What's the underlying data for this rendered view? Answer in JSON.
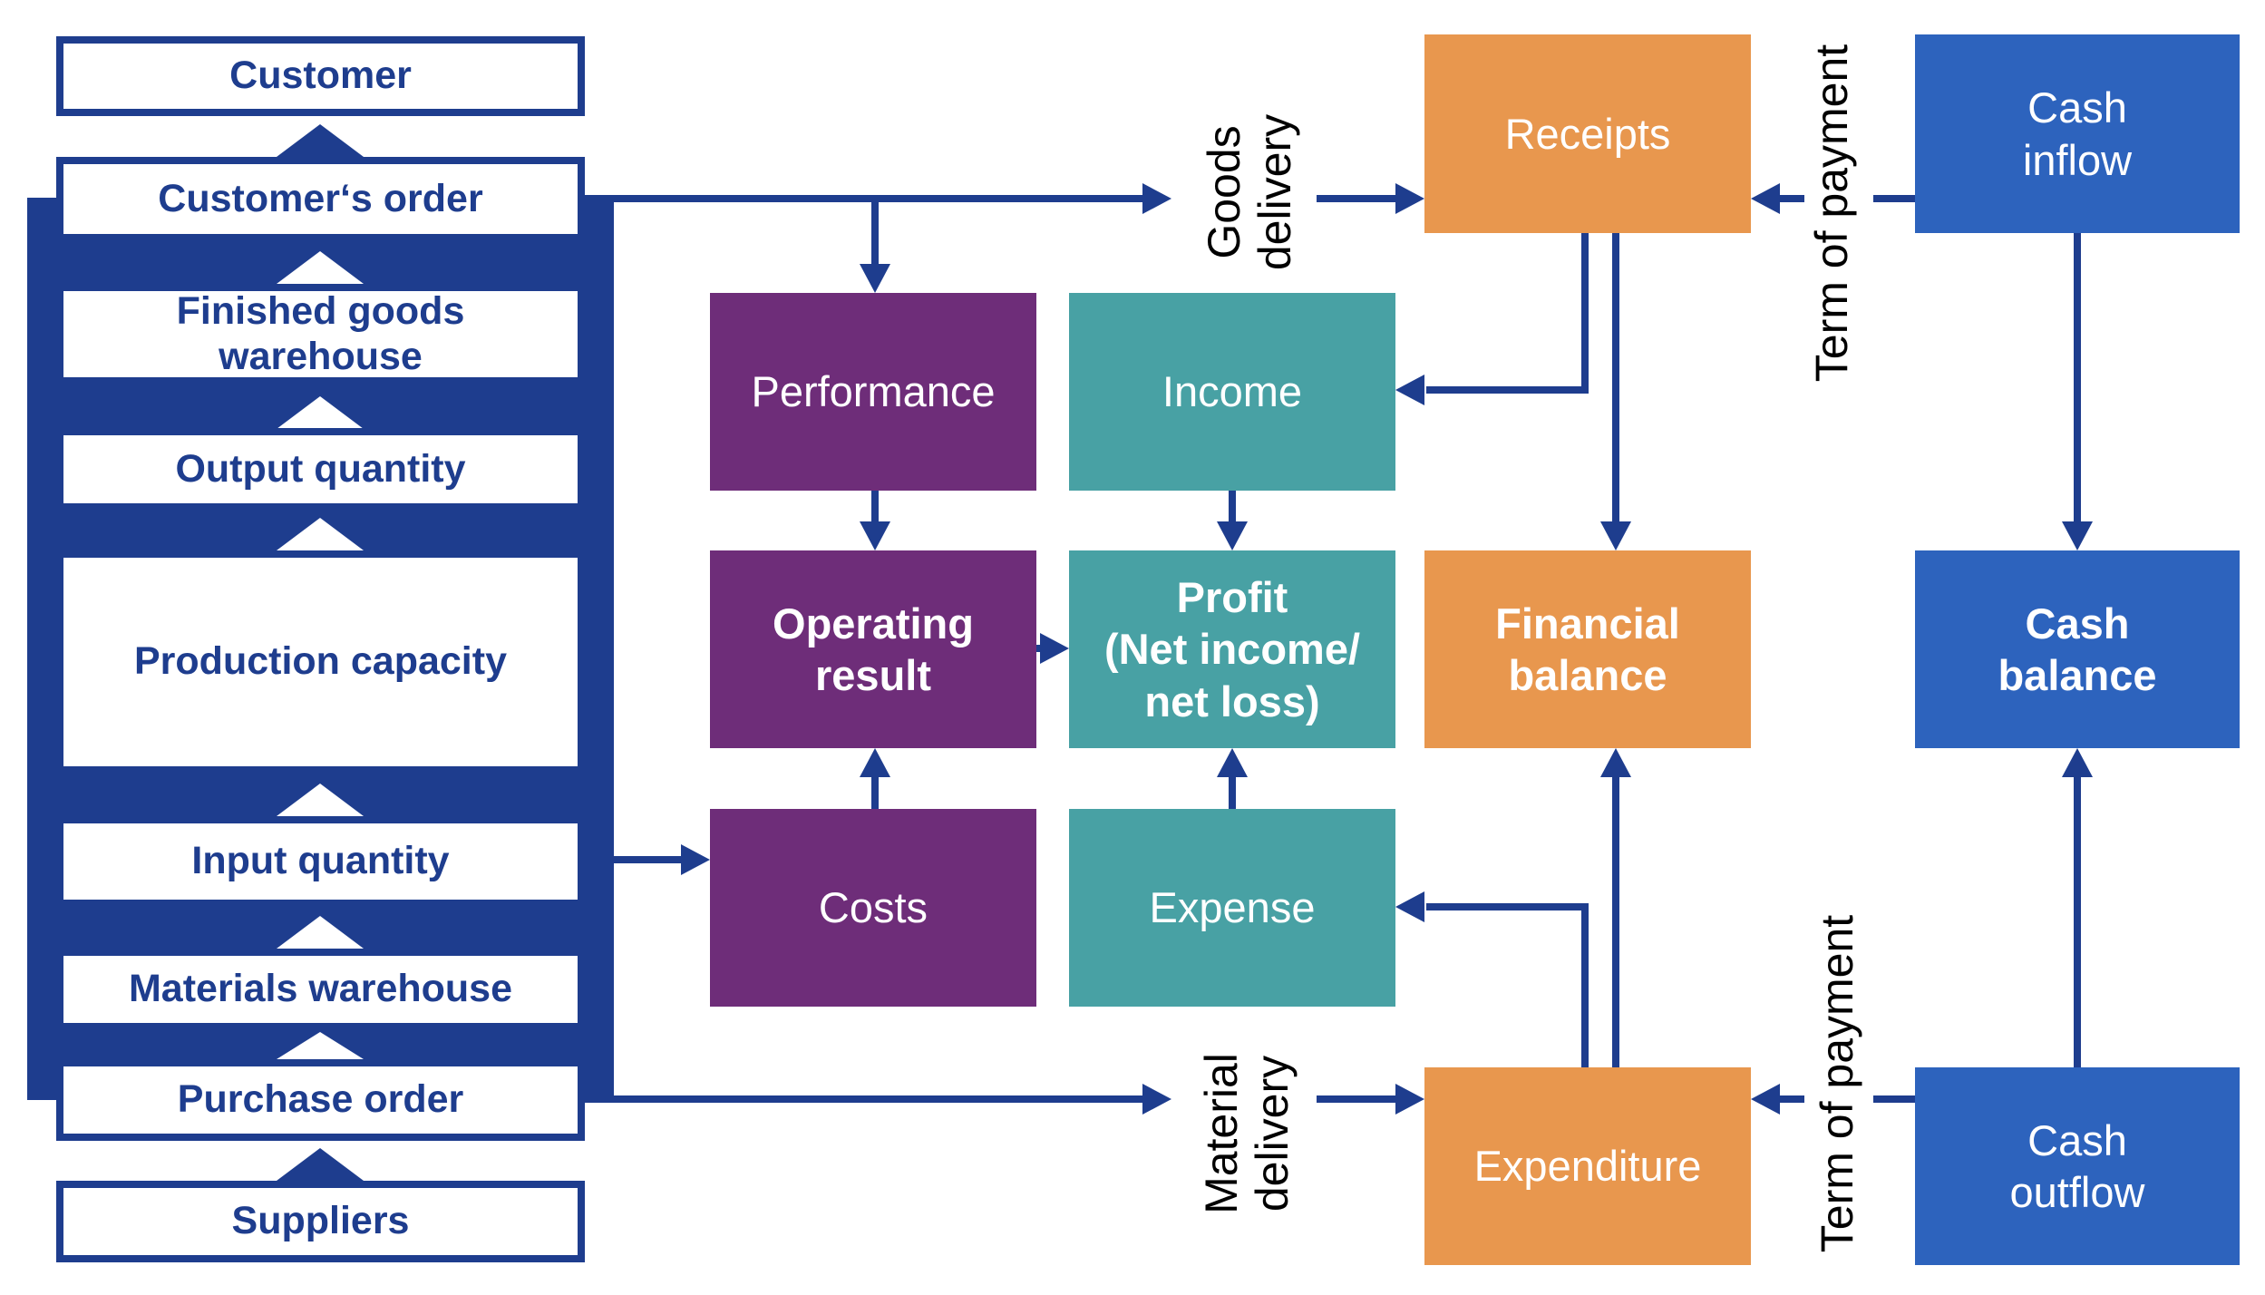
{
  "palette": {
    "navy": "#1e3d8e",
    "purple": "#6e2d79",
    "teal": "#48a1a4",
    "orange": "#e8974e",
    "blue": "#2d63bd",
    "label_black": "#000000",
    "box_fill": "#ffffff"
  },
  "left_column": {
    "items": [
      {
        "id": "customer",
        "label": "Customer"
      },
      {
        "id": "customers-order",
        "label": "Customer‘s order"
      },
      {
        "id": "finished-goods-warehouse",
        "label": "Finished goods\nwarehouse"
      },
      {
        "id": "output-quantity",
        "label": "Output quantity"
      },
      {
        "id": "production-capacity",
        "label": "Production capacity"
      },
      {
        "id": "input-quantity",
        "label": "Input quantity"
      },
      {
        "id": "materials-warehouse",
        "label": "Materials warehouse"
      },
      {
        "id": "purchase-order",
        "label": "Purchase order"
      },
      {
        "id": "suppliers",
        "label": "Suppliers"
      }
    ]
  },
  "flow_boxes": {
    "performance": {
      "label": "Performance"
    },
    "operating_result": {
      "label": "Operating\nresult"
    },
    "costs": {
      "label": "Costs"
    },
    "income": {
      "label": "Income"
    },
    "profit": {
      "label": "Profit\n(Net income/\nnet loss)"
    },
    "expense": {
      "label": "Expense"
    },
    "receipts": {
      "label": "Receipts"
    },
    "financial_balance": {
      "label": "Financial\nbalance"
    },
    "expenditure": {
      "label": "Expenditure"
    },
    "cash_inflow": {
      "label": "Cash\ninflow"
    },
    "cash_balance": {
      "label": "Cash\nbalance"
    },
    "cash_outflow": {
      "label": "Cash\noutflow"
    }
  },
  "edge_labels": {
    "goods_delivery": "Goods\ndelivery",
    "material_delivery": "Material\ndelivery",
    "term_of_payment_top": "Term of payment",
    "term_of_payment_bottom": "Term of payment"
  }
}
